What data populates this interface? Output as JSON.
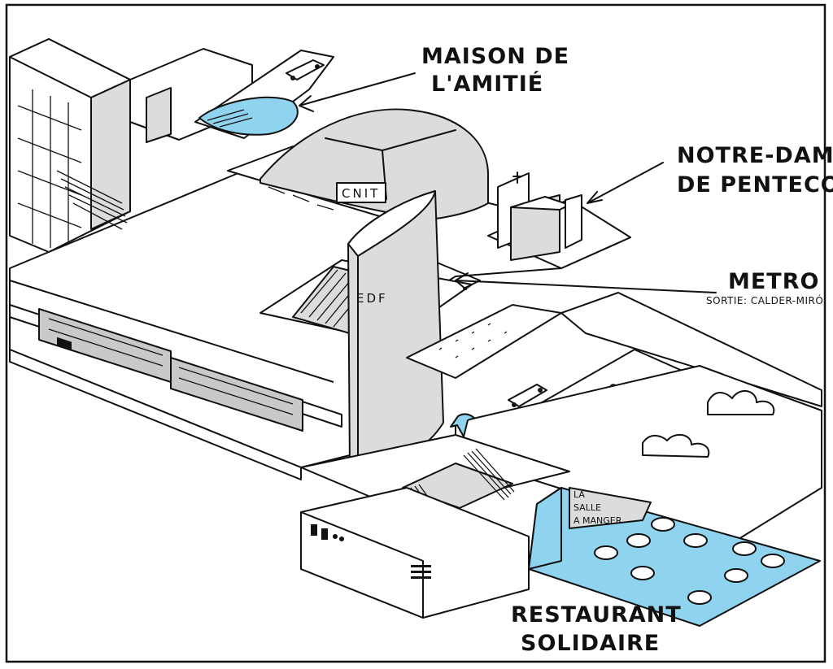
{
  "labels": {
    "maison_line1": "MAISON DE",
    "maison_line2": "L'AMITIÉ",
    "notre_dame_line1": "NOTRE-DAME",
    "notre_dame_line2": "DE PENTECOTE",
    "metro": "METRO",
    "metro_exit": "SORTIE: CALDER-MIRÓ",
    "restaurant_line1": "RESTAURANT",
    "restaurant_line2": "SOLIDAIRE"
  },
  "signs": {
    "cnit": "CNIT",
    "edf": "EDF",
    "salle_line1": "LA",
    "salle_line2": "SALLE",
    "salle_line3": "A MANGER"
  },
  "colors": {
    "highlight": "#8fd3ee",
    "shade": "#dcdcdc",
    "ink": "#111111"
  }
}
